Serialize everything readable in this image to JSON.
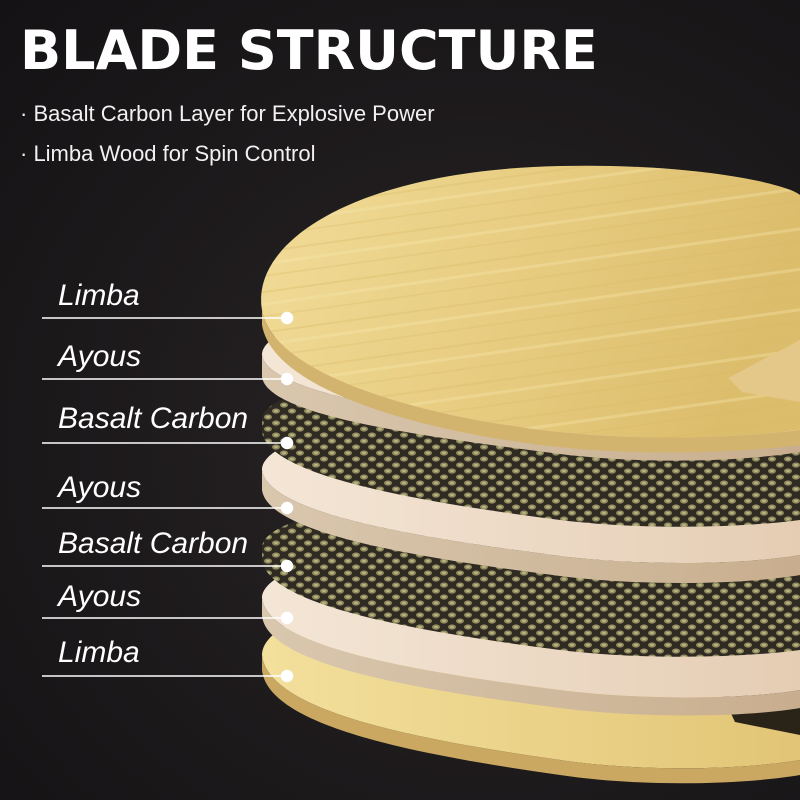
{
  "header": {
    "title": "BLADE STRUCTURE",
    "bullets": [
      "· Basalt Carbon Layer for Explosive Power",
      "· Limba Wood for Spin Control"
    ]
  },
  "layers": [
    {
      "label": "Limba"
    },
    {
      "label": "Ayous"
    },
    {
      "label": "Basalt Carbon"
    },
    {
      "label": "Ayous"
    },
    {
      "label": "Basalt Carbon"
    },
    {
      "label": "Ayous"
    },
    {
      "label": "Limba"
    }
  ],
  "colors": {
    "limba": "#e9cf86",
    "ayous": "#f0dcc8",
    "carbon": "#3e3a2c",
    "leader_line": "#ffffff"
  }
}
